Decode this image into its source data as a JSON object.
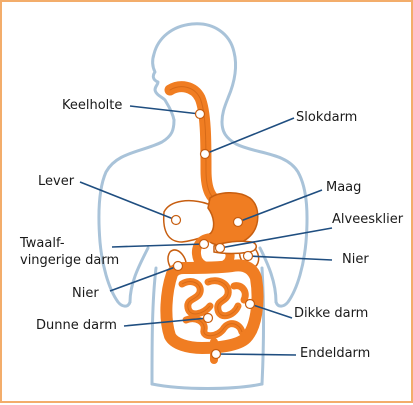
{
  "labels": {
    "keelholte": "Keelholte",
    "slokdarm": "Slokdarm",
    "lever": "Lever",
    "maag": "Maag",
    "alveesklier": "Alveesklier",
    "twaalfvingerige_line1": "Twaalf-",
    "twaalfvingerige_line2": "vingerige darm",
    "nier_right": "Nier",
    "nier_left": "Nier",
    "dikke_darm": "Dikke darm",
    "dunne_darm": "Dunne darm",
    "endeldarm": "Endeldarm"
  },
  "colors": {
    "body_outline": "#a9c3d9",
    "organ_orange": "#f07d22",
    "organ_orange_dark": "#c75e10",
    "leader_line": "#1f4e80",
    "frame": "#f3ad6b",
    "marker_fill": "#ffffff"
  }
}
